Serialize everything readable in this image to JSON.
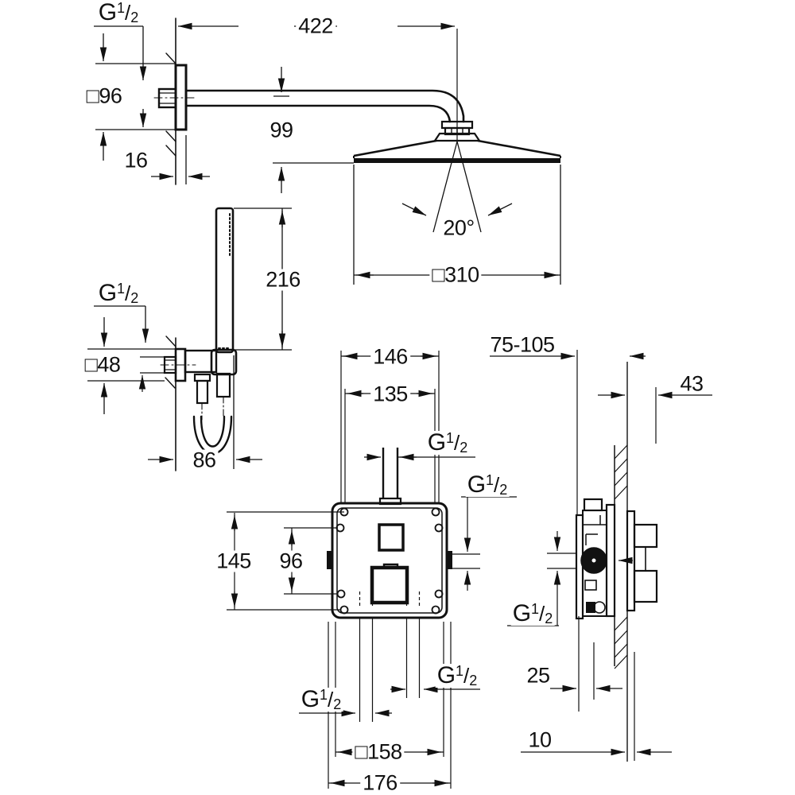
{
  "drawing": {
    "type": "technical-dimension-drawing",
    "subject": "concealed shower system with head shower, stick hand shower and rough-in mixer box",
    "line_color": "#111111",
    "background_color": "#ffffff"
  },
  "labels": {
    "g_half": {
      "g": "G",
      "sup": "1",
      "slash": "/",
      "sub": "2"
    },
    "dims": {
      "arm_length": "422",
      "arm_drop": "99",
      "spray_angle": "20°",
      "head_size": "□310",
      "arm_flange": "□96",
      "flange_depth": "16",
      "hand_shower_height": "216",
      "holder_flange": "□48",
      "holder_offset": "86",
      "box_width_outer": "146",
      "box_hole_spacing_h": "135",
      "box_height": "145",
      "box_hole_spacing_v": "96",
      "plate_size": "□158",
      "plate_width": "176",
      "depth_range": "75-105",
      "trim_depth": "43",
      "rear_offset": "25",
      "wall_offset": "10"
    }
  }
}
